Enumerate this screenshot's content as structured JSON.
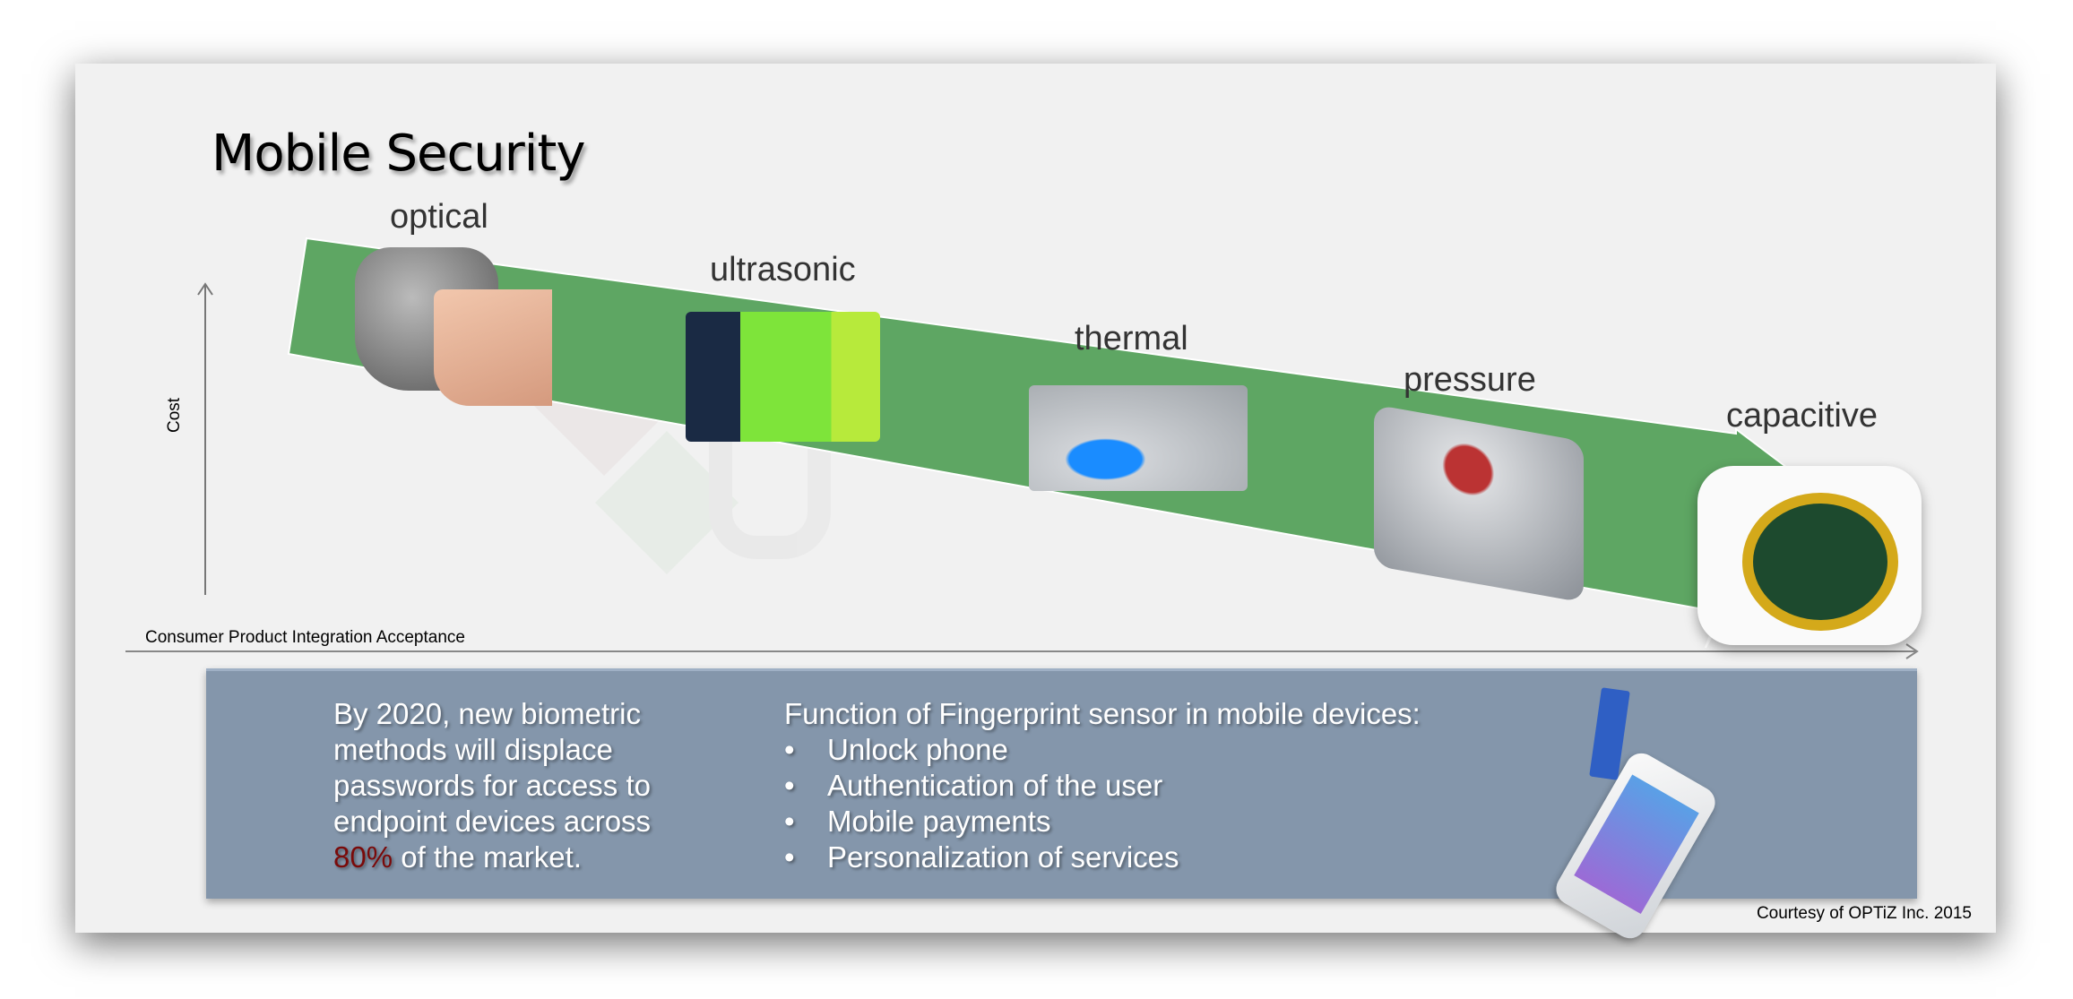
{
  "title": "Mobile Security",
  "sensors": [
    {
      "label": "optical"
    },
    {
      "label": "ultrasonic"
    },
    {
      "label": "thermal"
    },
    {
      "label": "pressure"
    },
    {
      "label": "capacitive"
    }
  ],
  "axes": {
    "y_label": "Cost",
    "x_label": "Consumer Product Integration Acceptance"
  },
  "colors": {
    "arrow": "#5ea663",
    "box": "#8496ab",
    "highlight": "#7a0a0a"
  },
  "box": {
    "left_text_lines": [
      "By 2020, new biometric",
      "methods will displace",
      "passwords for access to",
      "endpoint devices across"
    ],
    "left_highlight": "80%",
    "left_last": " of the market.",
    "right_heading": "Function of Fingerprint sensor in mobile devices:",
    "bullet_char": "•",
    "bullets": [
      "Unlock phone",
      "Authentication of the user",
      "Mobile payments",
      "Personalization of services"
    ]
  },
  "courtesy": "Courtesy of OPTiZ Inc. 2015"
}
